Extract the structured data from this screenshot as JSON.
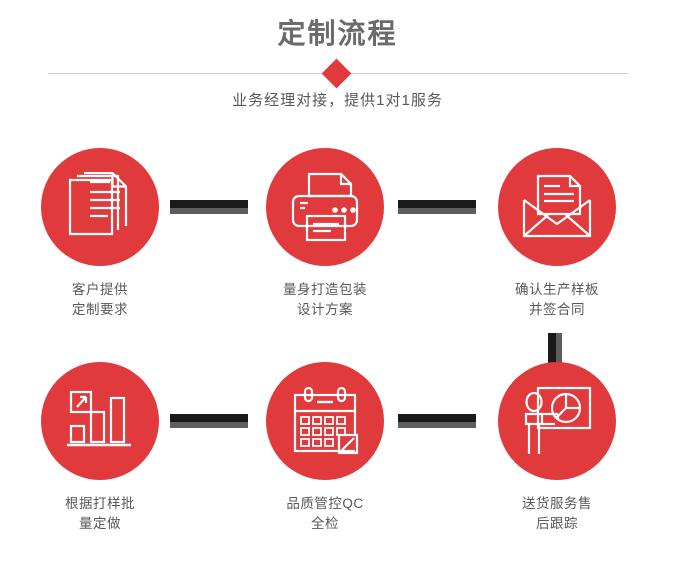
{
  "header": {
    "title": "定制流程",
    "subtitle": "业务经理对接，提供1对1服务",
    "accent_color": "#e03a3c",
    "title_color": "#6b6b6b",
    "divider_color": "#cfcfcf",
    "diamond_icon": "diamond-marker"
  },
  "flow": {
    "circle_color": "#e03a3c",
    "icon_color": "#ffffff",
    "connector_color": "#1a1a1a",
    "connector_shadow_color": "#5e5e5e",
    "label_color": "#58585a",
    "steps": [
      {
        "id": "step-1",
        "icon": "documents-stack-icon",
        "label": "客户提供\n定制要求"
      },
      {
        "id": "step-2",
        "icon": "printer-icon",
        "label": "量身打造包装\n设计方案"
      },
      {
        "id": "step-3",
        "icon": "envelope-document-icon",
        "label": "确认生产样板\n并签合同"
      },
      {
        "id": "step-4",
        "icon": "bar-chart-growth-icon",
        "label": "根据打样批\n量定做"
      },
      {
        "id": "step-5",
        "icon": "calendar-check-icon",
        "label": "品质管控QC\n全检"
      },
      {
        "id": "step-6",
        "icon": "presenter-piechart-icon",
        "label": "送货服务售\n后跟踪"
      }
    ],
    "connectors": [
      {
        "id": "connector-1",
        "from": "step-1",
        "to": "step-2",
        "orientation": "horizontal"
      },
      {
        "id": "connector-2",
        "from": "step-2",
        "to": "step-3",
        "orientation": "horizontal"
      },
      {
        "id": "connector-3",
        "from": "step-3",
        "to": "step-6",
        "orientation": "vertical"
      },
      {
        "id": "connector-4",
        "from": "step-4",
        "to": "step-5",
        "orientation": "horizontal"
      },
      {
        "id": "connector-5",
        "from": "step-5",
        "to": "step-6",
        "orientation": "horizontal"
      }
    ]
  }
}
